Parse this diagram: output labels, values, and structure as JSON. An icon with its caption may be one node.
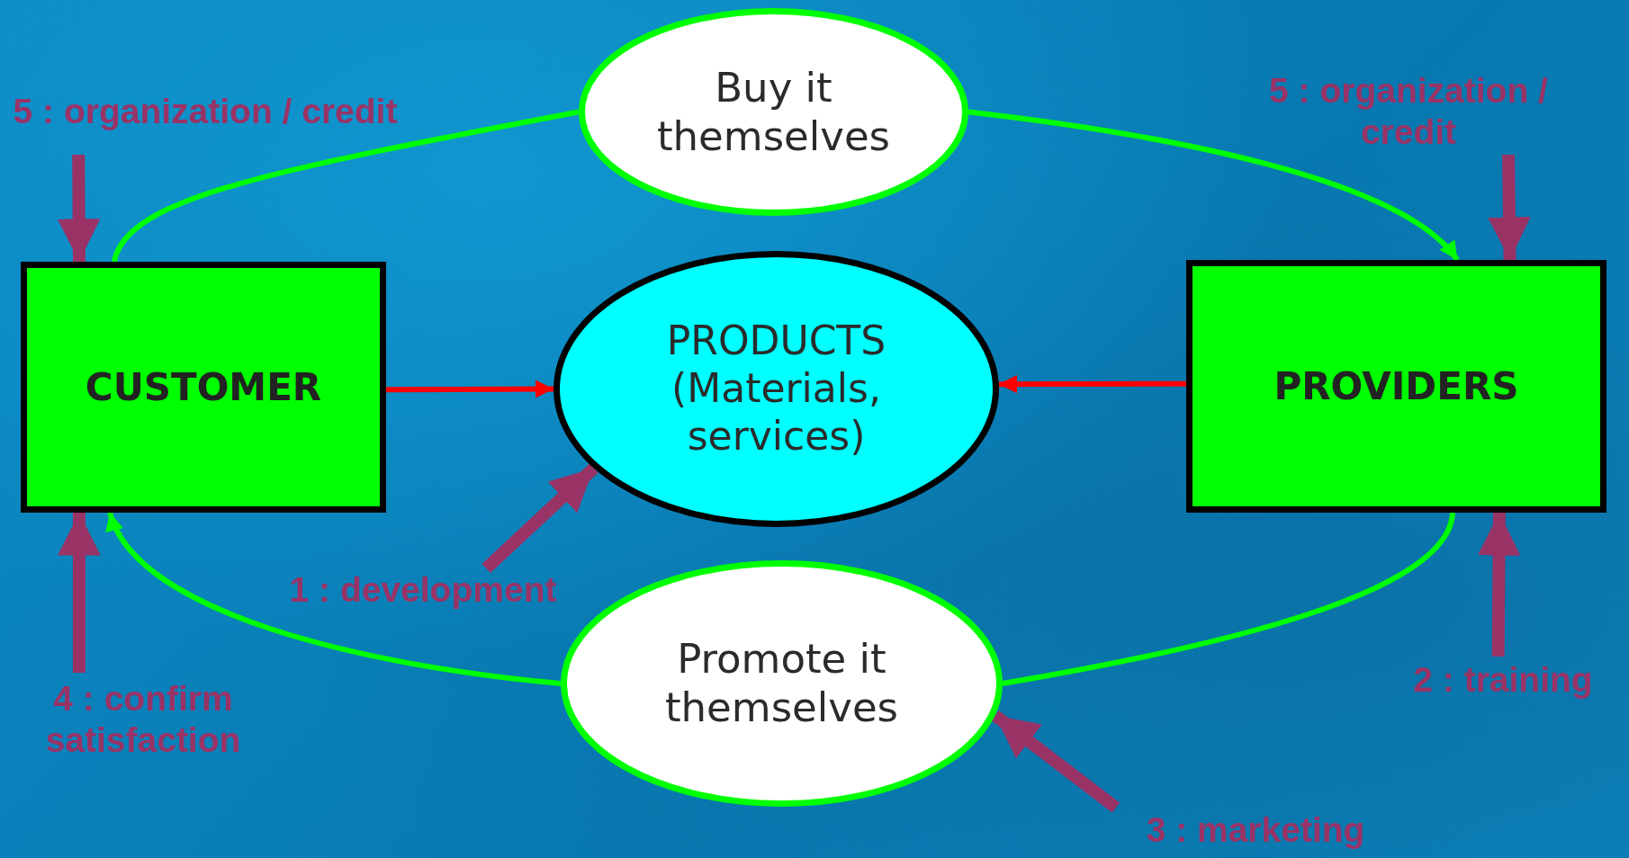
{
  "diagram": {
    "nodes": [
      {
        "text": [
          "CUSTOMER"
        ]
      },
      {
        "text": [
          "PROVIDERS"
        ]
      },
      {
        "text": [
          "PRODUCTS (Materials, services)"
        ]
      },
      {
        "text": [
          "Buy it themselves"
        ]
      },
      {
        "text": [
          "Promote it themselves"
        ]
      },
      {
        "text": [
          "5 : organization / credit"
        ]
      },
      {
        "text": [
          "5 : organization / credit"
        ]
      },
      {
        "text": [
          "1 : development"
        ]
      },
      {
        "text": [
          "4 : confirm satisfaction"
        ]
      },
      {
        "text": [
          "2 : training"
        ]
      },
      {
        "text": [
          "3 : marketing"
        ]
      }
    ],
    "edges": [
      {
        "from": 0,
        "to": 3,
        "arrow": "none",
        "color": "#00ff00"
      },
      {
        "from": 3,
        "to": 1,
        "arrow": "to",
        "color": "#00ff00"
      },
      {
        "from": 1,
        "to": 4,
        "arrow": "none",
        "color": "#00ff00"
      },
      {
        "from": 4,
        "to": 0,
        "arrow": "to",
        "color": "#00ff00"
      },
      {
        "from": 0,
        "to": 2,
        "arrow": "to",
        "color": "#ff0000"
      },
      {
        "from": 1,
        "to": 2,
        "arrow": "to",
        "color": "#ff0000"
      },
      {
        "from": 5,
        "to": 0,
        "arrow": "to",
        "style": "thick"
      },
      {
        "from": 6,
        "to": 1,
        "arrow": "to",
        "style": "thick"
      },
      {
        "from": 7,
        "to": 2,
        "arrow": "to",
        "style": "thick"
      },
      {
        "from": 8,
        "to": 0,
        "arrow": "to",
        "style": "thick"
      },
      {
        "from": 9,
        "to": 1,
        "arrow": "to",
        "style": "thick"
      },
      {
        "from": 10,
        "to": 4,
        "arrow": "to",
        "style": "thick"
      }
    ]
  }
}
